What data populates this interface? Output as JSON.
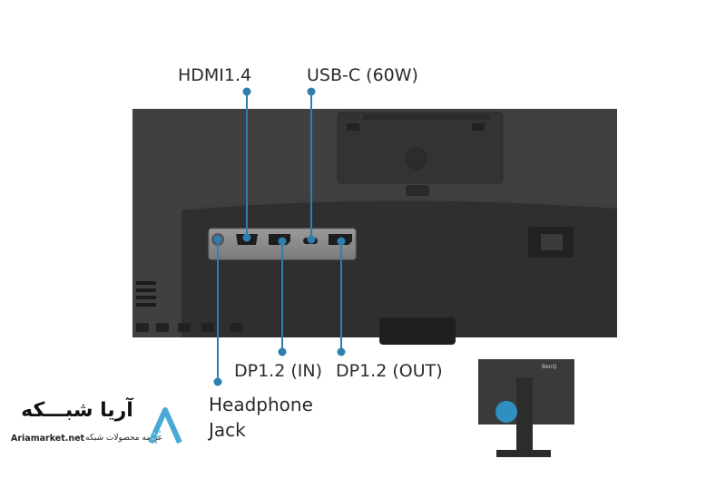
{
  "labels": {
    "hdmi": "HDMI1.4",
    "usbc": "USB-C (60W)",
    "dp_in": "DP1.2 (IN)",
    "dp_out": "DP1.2 (OUT)",
    "headphone_line1": "Headphone",
    "headphone_line2": "Jack"
  },
  "thumbnail": {
    "brand_text": "BenQ"
  },
  "brand": {
    "name": "آریا شبـــکه",
    "url": "Ariamarket.net",
    "tagline": "عرضه محصولات شبکه"
  },
  "colors": {
    "accent": "#2f8fc0",
    "monitor": "#3a3a3a",
    "port_panel": "#8a8a8a",
    "highlight": "#2e7fb0"
  }
}
